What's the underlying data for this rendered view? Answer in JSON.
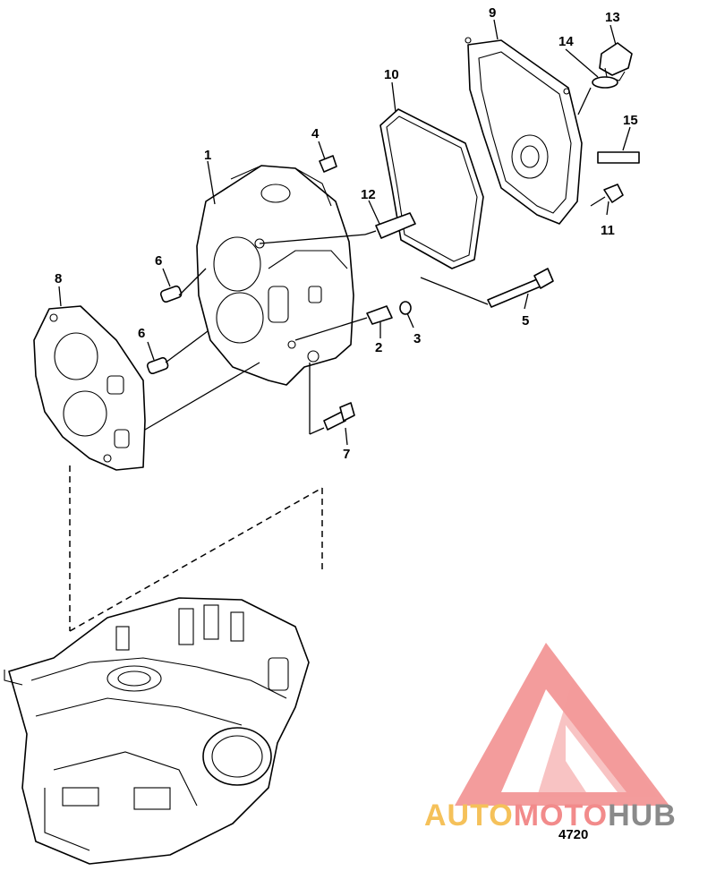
{
  "callouts": [
    "1",
    "2",
    "3",
    "4",
    "5",
    "6",
    "6",
    "7",
    "8",
    "9",
    "10",
    "11",
    "12",
    "13",
    "14",
    "15"
  ],
  "figure_number": "4720",
  "watermark": {
    "part1": "AUTO",
    "part2": "MOTO",
    "part3": "HUB"
  },
  "colors": {
    "line": "#000000",
    "watermark_red": "#f28b8b",
    "watermark_orange": "#f5c15a",
    "watermark_gray": "#8a8a8a"
  }
}
